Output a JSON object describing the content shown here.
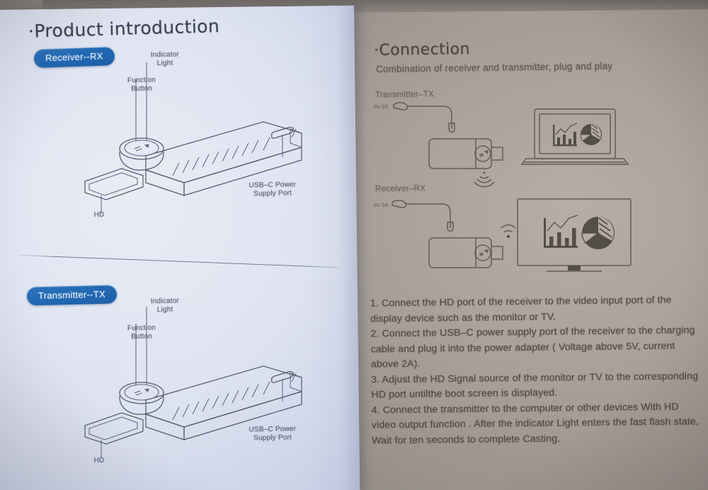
{
  "photo": {
    "subject": "printed product manual booklet, two facing pages",
    "paper_left_color": "#e0e5f1",
    "paper_right_color": "#aaa19b",
    "accent_badge_color": "#2169b4",
    "ink_color": "#4e5466"
  },
  "left_page": {
    "heading": "·Product introduction",
    "sections": [
      {
        "badge": "Receiver--RX",
        "callouts": {
          "indicator_light": "Indicator\nLight",
          "indicator_light_l1": "Indicator",
          "indicator_light_l2": "Light",
          "function_button_l1": "Function",
          "function_button_l2": "Button",
          "usb_port_l1": "USB–C Power",
          "usb_port_l2": "Supply Port",
          "hd_port": "HD"
        }
      },
      {
        "badge": "Transmitter--TX",
        "callouts": {
          "indicator_light_l1": "Indicator",
          "indicator_light_l2": "Light",
          "function_button_l1": "Function",
          "function_button_l2": "Button",
          "usb_port_l1": "USB–C Power",
          "usb_port_l2": "Supply Port",
          "hd_port": "HD"
        }
      }
    ]
  },
  "right_page": {
    "heading": "·Connection",
    "subtitle": "Combination of receiver and transmitter, plug and play",
    "diagrams": [
      {
        "label": "Transmitter–TX",
        "cable_label": "5V 2A",
        "device": "laptop"
      },
      {
        "label": "Receiver–RX",
        "cable_label": "5V 2A",
        "device": "tv"
      }
    ],
    "steps": [
      "1. Connect the HD port of the receiver to the video input port of the display device such as the monitor or TV.",
      "2. Connect the USB–C power supply port of the receiver to the charging cable and plug it into the power adapter ( Voltage above 5V, current above 2A).",
      "3. Adjust the HD Signal source of the monitor or TV to the corresponding HD port untilthe boot screen is displayed.",
      "4. Connect the transmitter to the computer or other devices With HD video output function . After the indicator Light enters the fast flash state, Wait for ten seconds to complete Casting."
    ]
  }
}
